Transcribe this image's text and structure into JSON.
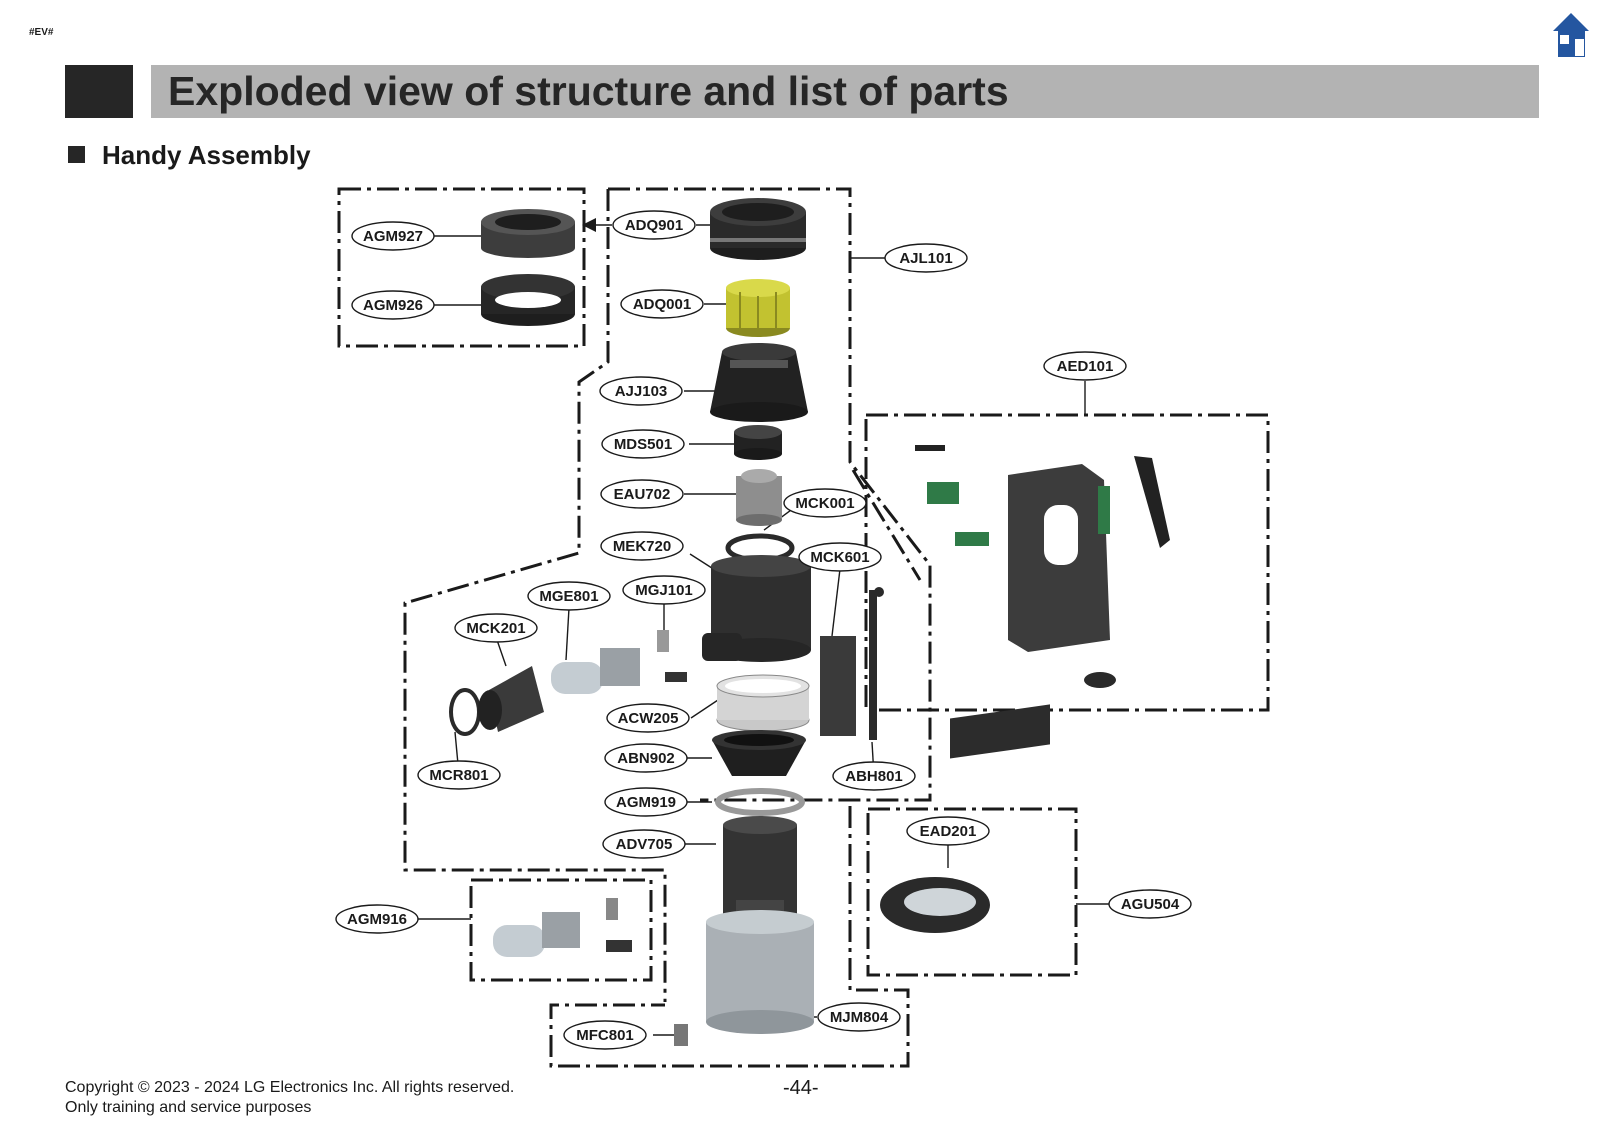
{
  "page": {
    "tag": "#EV#",
    "title": "Exploded view of structure and list of parts",
    "section": "Handy Assembly",
    "copyright": "Copyright © 2023 - 2024 LG Electronics Inc. All rights reserved.",
    "usage": "Only training and service purposes",
    "page_number": "-44-"
  },
  "icons": {
    "home": "home-icon"
  },
  "colors": {
    "title_bar": "#b3b3b3",
    "dark": "#262626",
    "home": "#2456a0",
    "filter": "#c2c230",
    "board": "#2f7a47"
  },
  "labels": [
    "AGM927",
    "AGM926",
    "ADQ901",
    "AJL101",
    "ADQ001",
    "AJJ103",
    "AED101",
    "MDS501",
    "EAU702",
    "MCK001",
    "MEK720",
    "MCK601",
    "MGE801",
    "MGJ101",
    "MCK201",
    "ACW205",
    "ABN902",
    "MCR801",
    "ABH801",
    "AGM919",
    "ADV705",
    "EAD201",
    "AGU504",
    "AGM916",
    "MJM804",
    "MFC801"
  ]
}
